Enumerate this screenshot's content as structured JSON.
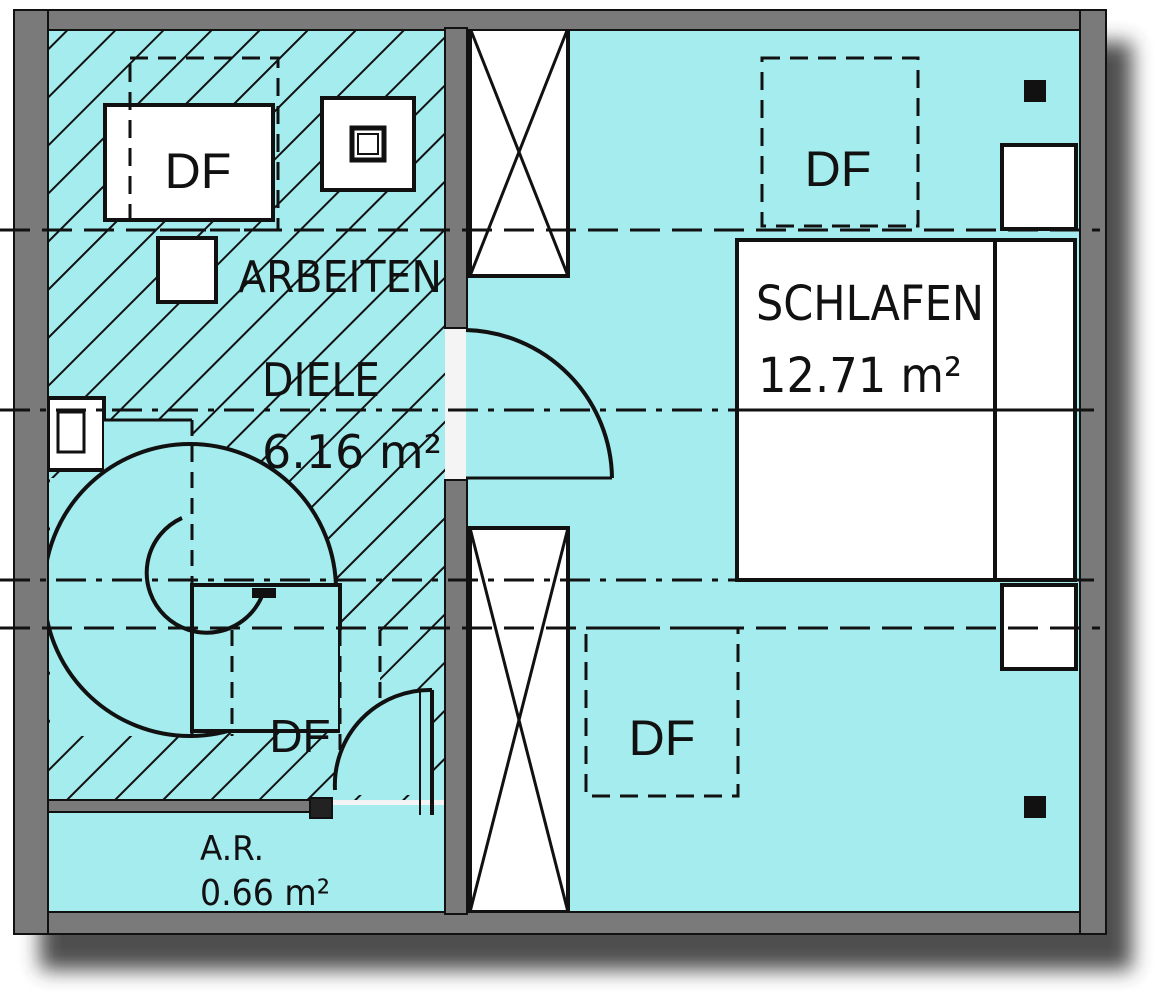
{
  "colors": {
    "floor": "#a5ecee",
    "wall": "#7a7a7a",
    "line": "#111111",
    "shadow": "#3a3a3a",
    "paper": "#ffffff"
  },
  "rooms": {
    "diele": {
      "name": "DIELE",
      "area": "6.16 m²"
    },
    "arbeiten": {
      "name": "ARBEITEN"
    },
    "schlafen": {
      "name": "SCHLAFEN",
      "area": "12.71 m²"
    },
    "ar": {
      "name": "A.R.",
      "area": "0.66 m²"
    }
  },
  "windows": {
    "top_left": "DF",
    "lower_left": "DF",
    "top_right": "DF",
    "bottom_right": "DF"
  }
}
